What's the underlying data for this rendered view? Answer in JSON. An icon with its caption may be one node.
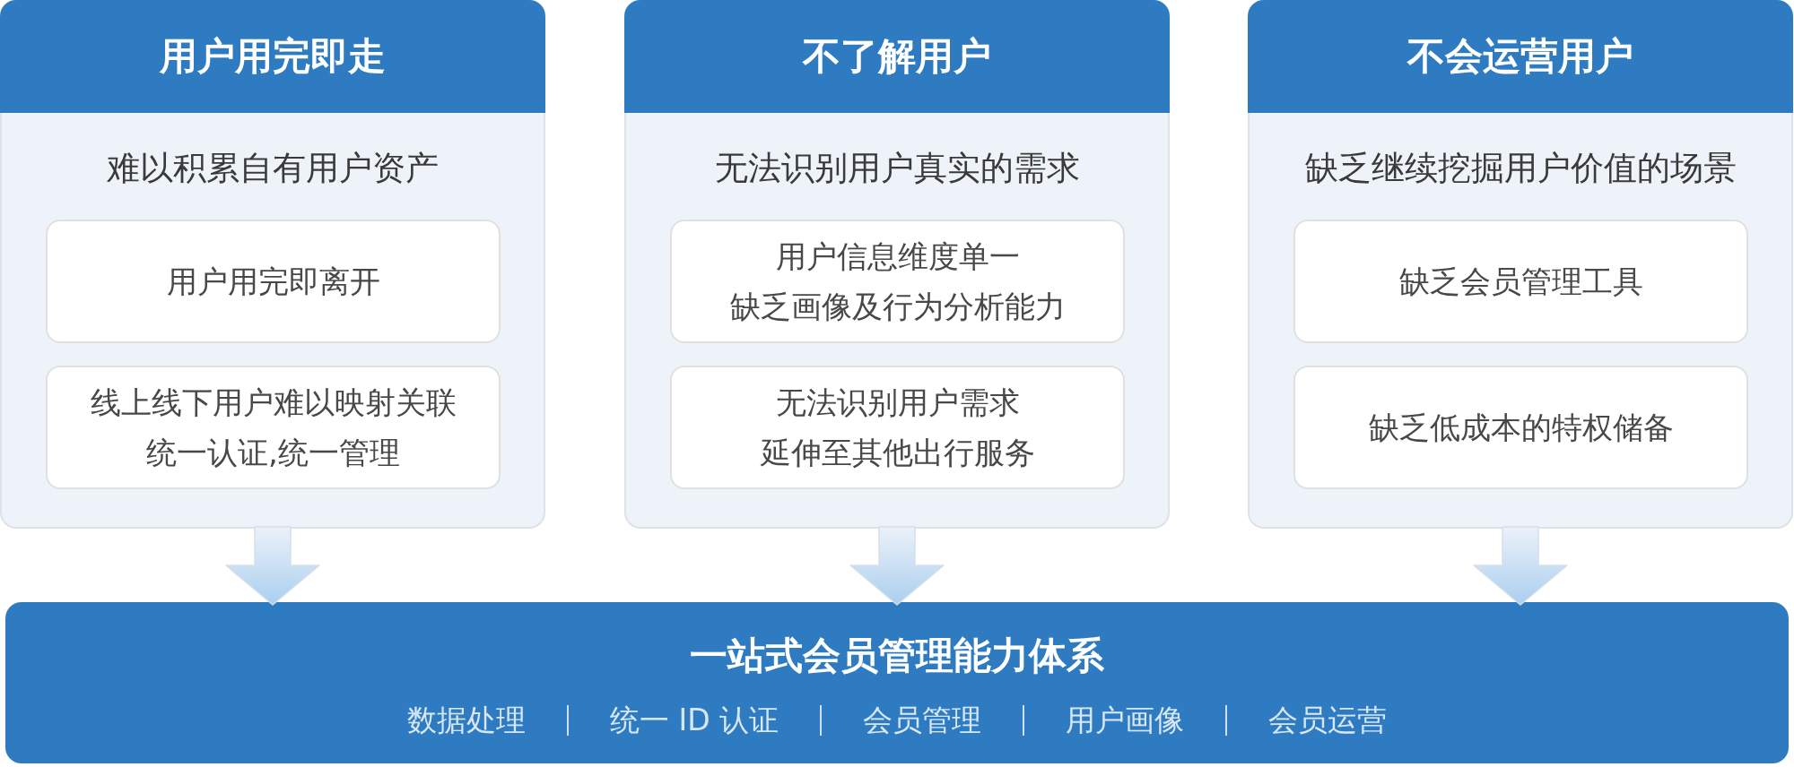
{
  "diagram": {
    "nodes": [
      {
        "text": [
          "用户用完即走",
          "难以积累自有用户资产"
        ]
      },
      {
        "text": [
          "用户用完即离开"
        ],
        "in": 0
      },
      {
        "text": [
          "线上线下用户难以映射关联",
          "统一认证,统一管理"
        ],
        "in": 0
      },
      {
        "text": [
          "不了解用户",
          "无法识别用户真实的需求"
        ]
      },
      {
        "text": [
          "用户信息维度单一",
          "缺乏画像及行为分析能力"
        ],
        "in": 3
      },
      {
        "text": [
          "无法识别用户需求",
          "延伸至其他出行服务"
        ],
        "in": 3
      },
      {
        "text": [
          "不会运营用户",
          "缺乏继续挖掘用户价值的场景"
        ]
      },
      {
        "text": [
          "缺乏会员管理工具"
        ],
        "in": 6
      },
      {
        "text": [
          "缺乏低成本的特权储备"
        ],
        "in": 6
      },
      {
        "text": [
          "一站式会员管理能力体系",
          "数据处理",
          "统一 ID 认证",
          "会员管理",
          "用户画像",
          "会员运营"
        ]
      }
    ],
    "edges": [
      {
        "from": 0,
        "to": 9,
        "arrow": "to"
      },
      {
        "from": 3,
        "to": 9,
        "arrow": "to"
      },
      {
        "from": 6,
        "to": 9,
        "arrow": "to"
      }
    ]
  }
}
